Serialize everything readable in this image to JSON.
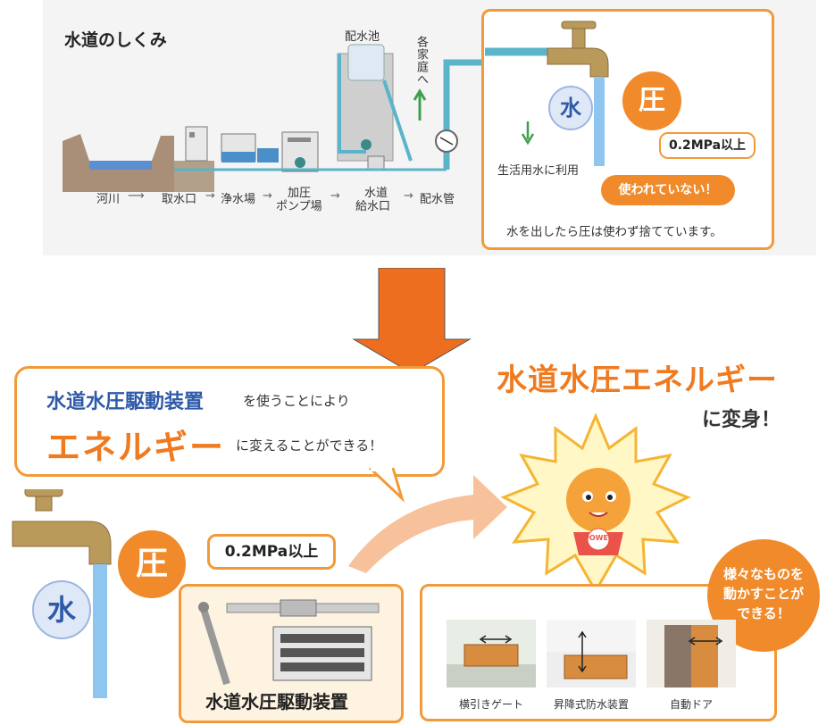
{
  "top": {
    "title": "水道のしくみ",
    "haisuichi": "配水池",
    "kakutei": "各家庭へ",
    "flow": {
      "kasen": "河川",
      "shusuikou": "取水口",
      "jousuijou": "浄水場",
      "kaatsu_line1": "加圧",
      "kaatsu_line2": "ポンプ場",
      "suidou_line1": "水道",
      "suidou_line2": "給水口",
      "haisuikan": "配水管"
    },
    "callout": {
      "mizu": "水",
      "atsu": "圧",
      "pressure": "0.2MPa以上",
      "seikatsu": "生活用水に利用",
      "unused": "使われていない！",
      "caption": "水を出したら圧は使わず捨てています。"
    }
  },
  "bottom": {
    "bubble": {
      "device_name": "水道水圧駆動装置",
      "line1_rest": "を使うことにより",
      "energy_word": "エネルギー",
      "line2_rest": "に変えることができる！"
    },
    "headline": "水道水圧エネルギー",
    "henshin": "に変身！",
    "power_badge": "POWER",
    "mizu": "水",
    "atsu": "圧",
    "pressure": "0.2MPa以上",
    "device_caption": "水道水圧駆動装置",
    "ugokasu_line1": "様々なものを",
    "ugokasu_line2": "動かすことが",
    "ugokasu_line3": "できる！",
    "examples": [
      {
        "label": "横引きゲート"
      },
      {
        "label": "昇降式防水装置"
      },
      {
        "label": "自動ドア"
      }
    ]
  },
  "colors": {
    "orange": "#f29a3a",
    "deep_orange": "#f07a1f",
    "water_blue": "#3d8fd1",
    "pipe_teal": "#5bb4c9"
  }
}
